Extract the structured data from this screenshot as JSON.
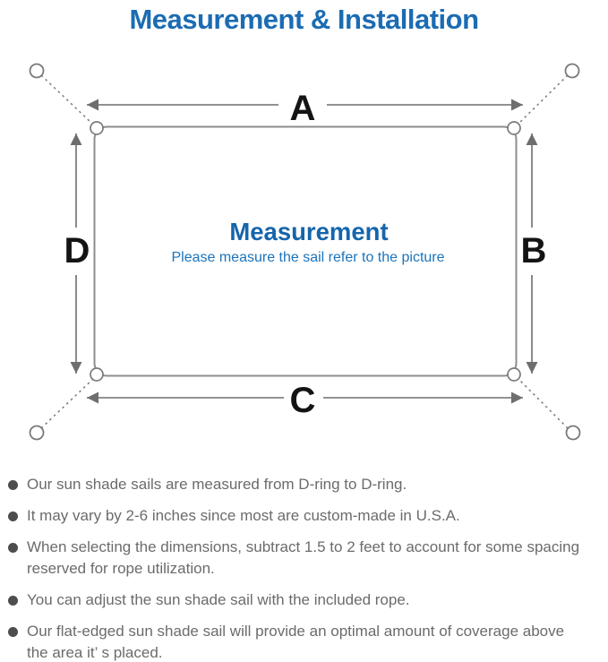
{
  "title": {
    "text": "Measurement & Installation",
    "color": "#1b6cb3"
  },
  "diagram": {
    "dimension_labels": {
      "top": "A",
      "right": "B",
      "bottom": "C",
      "left": "D"
    },
    "center": {
      "heading": "Measurement",
      "subtitle": "Please measure the sail refer to the picture",
      "heading_color": "#1565ac",
      "subtitle_color": "#1a74bc"
    },
    "line_color": "#7a7a7a",
    "label_color": "#141414"
  },
  "notes": [
    "Our sun shade sails are measured from D-ring to D-ring.",
    "It may vary by 2-6 inches since most are custom-made in U.S.A.",
    "When selecting the dimensions, subtract 1.5 to 2 feet to account for some spacing\nreserved for rope utilization.",
    "You can adjust the sun shade sail with the included rope.",
    "Our flat-edged sun shade sail will provide an optimal amount of coverage above\nthe area it’ s placed."
  ]
}
